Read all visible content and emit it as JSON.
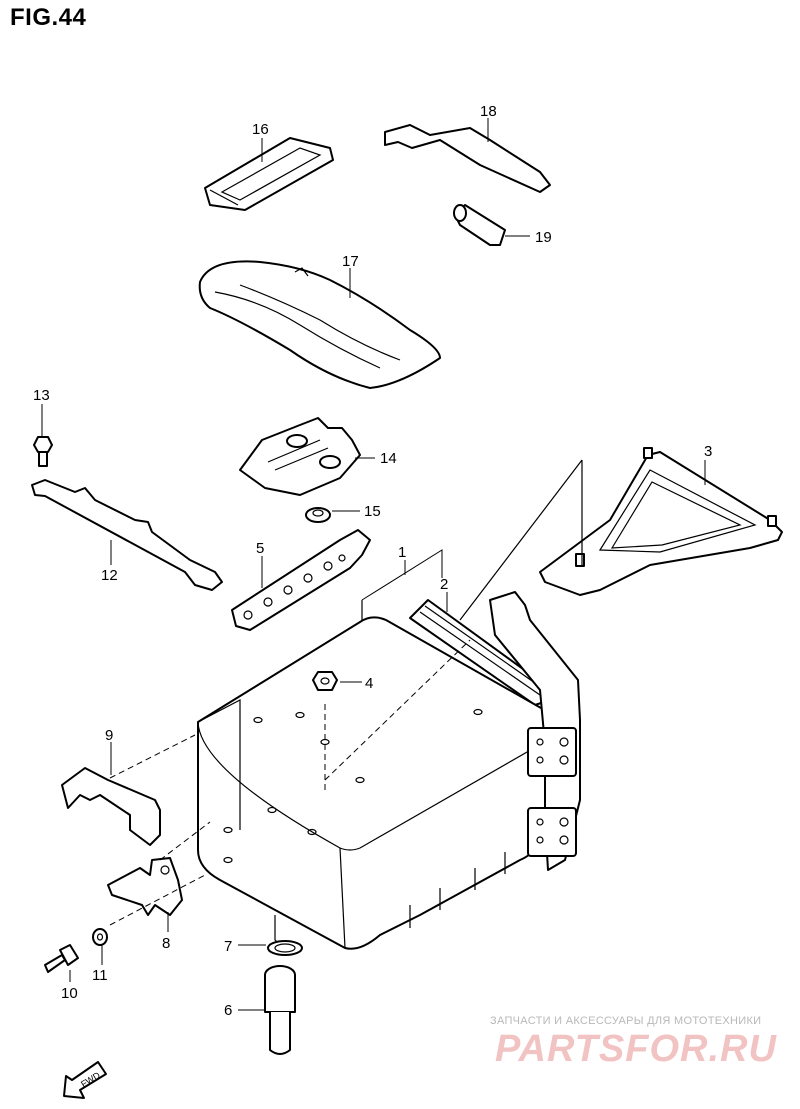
{
  "figure": {
    "title": "FIG.44"
  },
  "callouts": {
    "c1": "1",
    "c2": "2",
    "c3": "3",
    "c4": "4",
    "c5": "5",
    "c6": "6",
    "c7": "7",
    "c8": "8",
    "c9": "9",
    "c10": "10",
    "c11": "11",
    "c12": "12",
    "c13": "13",
    "c14": "14",
    "c15": "15",
    "c16": "16",
    "c17": "17",
    "c18": "18",
    "c19": "19"
  },
  "fwd_marker": {
    "label": "FWD"
  },
  "watermark": {
    "tagline": "ЗАПЧАСТИ И АКСЕССУАРЫ ДЛЯ МОТОТЕХНИКИ",
    "logo": "PARTSFOR.RU"
  },
  "colors": {
    "line": "#000000",
    "background": "#ffffff",
    "watermark_red": "#f2c3c3"
  }
}
